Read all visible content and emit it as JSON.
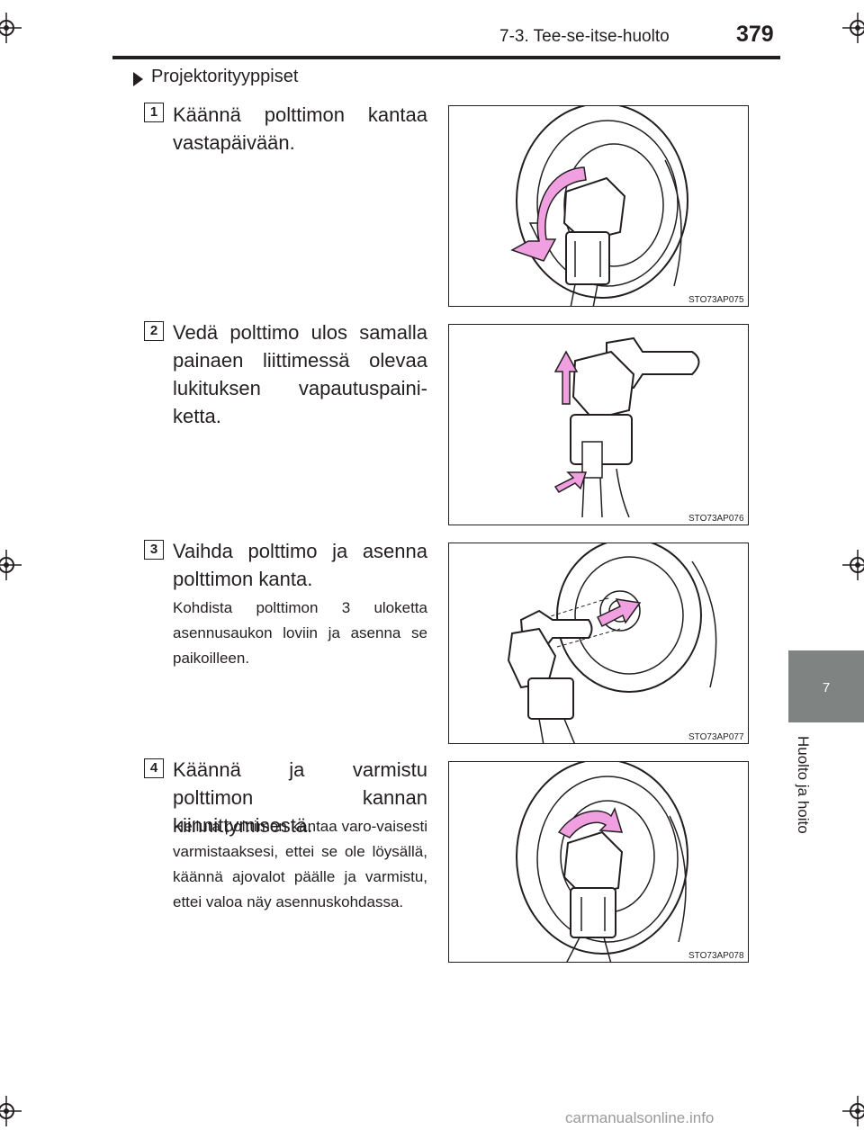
{
  "header": {
    "section": "7-3. Tee-se-itse-huolto",
    "page_number": "379"
  },
  "side_tab": {
    "chapter_number": "7",
    "chapter_title": "Huolto ja hoito"
  },
  "section_title": "Projektorityyppiset",
  "steps": [
    {
      "number": "1",
      "main": "Käännä polttimon kantaa vastapäivään.",
      "sub": "",
      "figure_code": "STO73AP075"
    },
    {
      "number": "2",
      "main": "Vedä polttimo ulos samalla painaen liittimessä olevaa lukituksen vapautuspaini-ketta.",
      "sub": "",
      "figure_code": "STO73AP076"
    },
    {
      "number": "3",
      "main": "Vaihda polttimo ja asenna polttimon kanta.",
      "sub": "Kohdista polttimon 3 uloketta asennusaukon loviin ja asenna se paikoilleen.",
      "figure_code": "STO73AP077"
    },
    {
      "number": "4",
      "main": "Käännä ja varmistu polttimon kannan kiinnittymisestä.",
      "sub": "Heiluta polttimon kantaa varo-vaisesti varmistaaksesi, ettei se ole löysällä, käännä ajovalot päälle ja varmistu, ettei valoa näy asennuskohdassa.",
      "figure_code": "STO73AP078"
    }
  ],
  "watermark": "carmanualsonline.info",
  "colors": {
    "arrow_pink": "#f0a0e0",
    "tab_gray": "#7f8382",
    "ink": "#231f20"
  }
}
